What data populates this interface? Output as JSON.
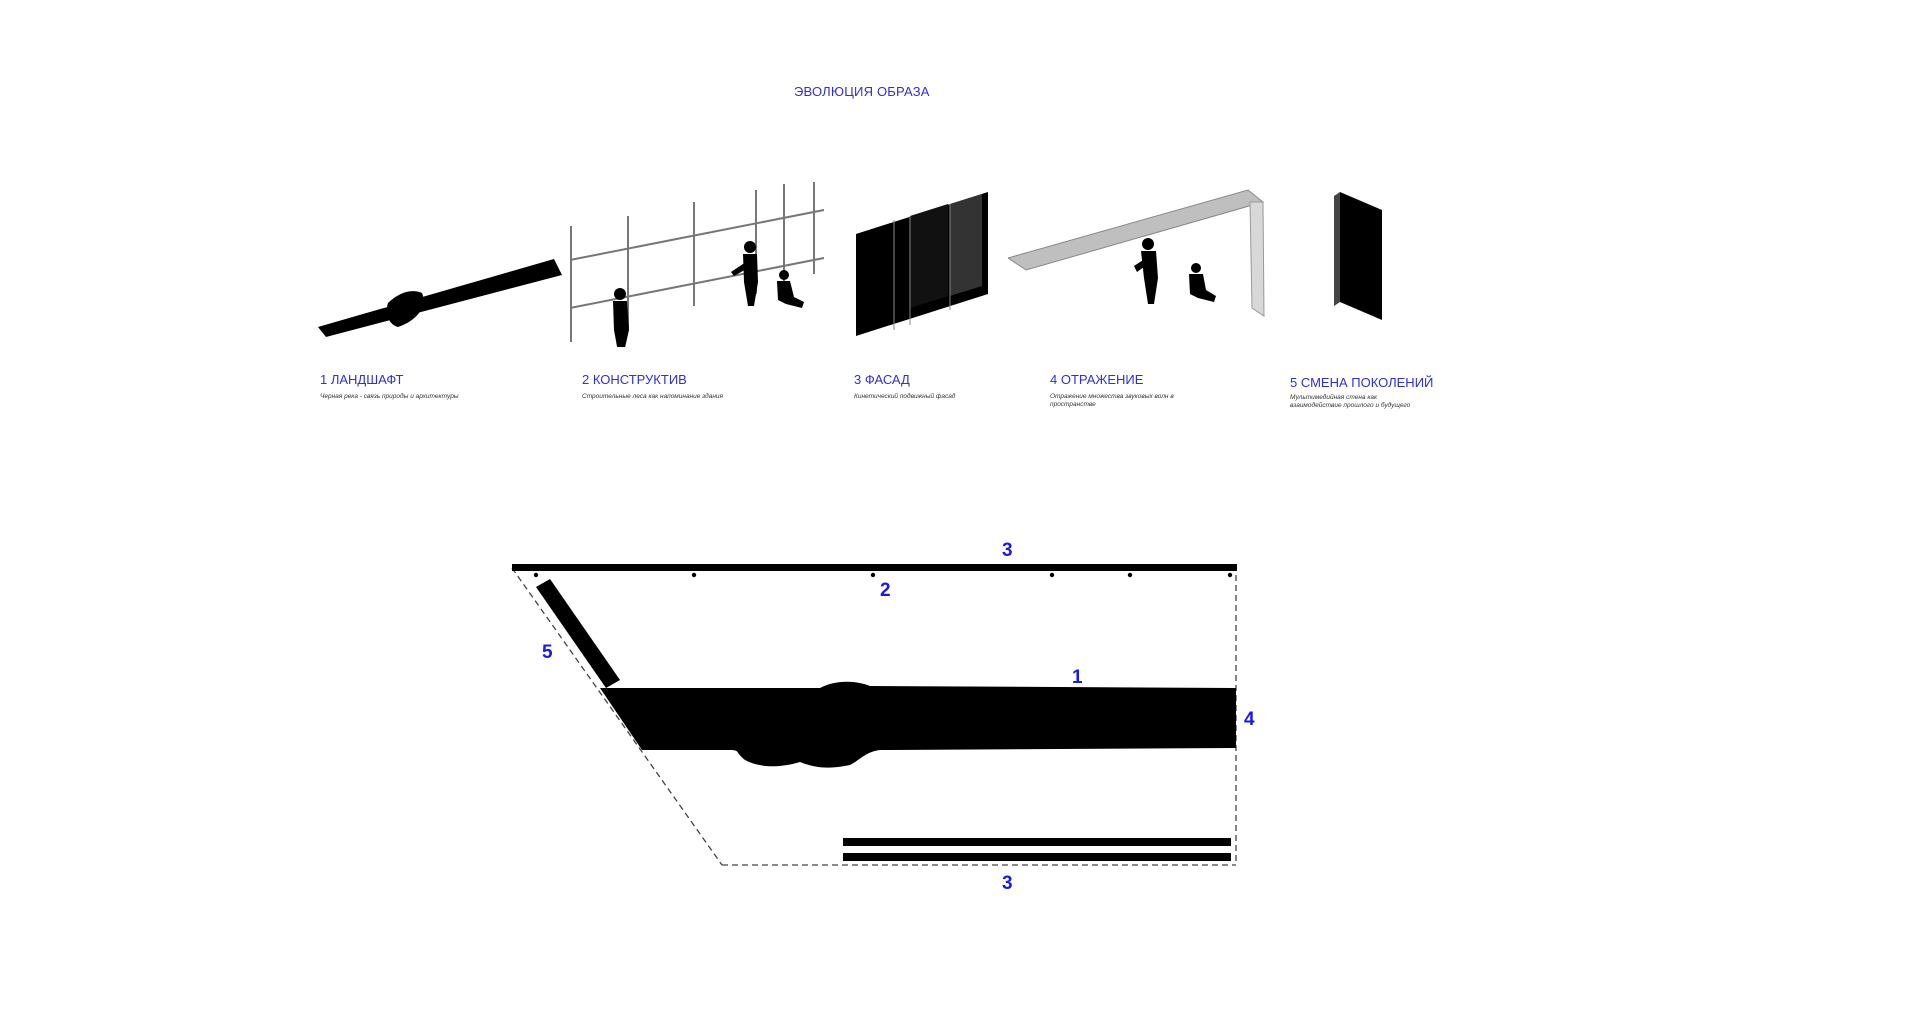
{
  "title": "ЭВОЛЮЦИЯ ОБРАЗА",
  "stages": [
    {
      "label": "1 ЛАНДШАФТ",
      "description": "Черная река - связь природы и архитектуры"
    },
    {
      "label": "2 КОНСТРУКТИВ",
      "description": "Строительные леса как напоминание здания"
    },
    {
      "label": "3 ФАСАД",
      "description": "Кинетический подвижный фасад"
    },
    {
      "label": "4 ОТРАЖЕНИЕ",
      "description": "Отражение множества звуковых волн в пространстве"
    },
    {
      "label": "5 СМЕНА ПОКОЛЕНИЙ",
      "description": "Мультимедийная стена как взаимодействие прошлого и будущего"
    }
  ],
  "plan_labels": {
    "top_3": "3",
    "top_2": "2",
    "left_5": "5",
    "center_1": "1",
    "right_4": "4",
    "bottom_3": "3"
  },
  "colors": {
    "accent": "#2f2fd9",
    "ink": "#000000",
    "label": "#1a1ae0"
  }
}
